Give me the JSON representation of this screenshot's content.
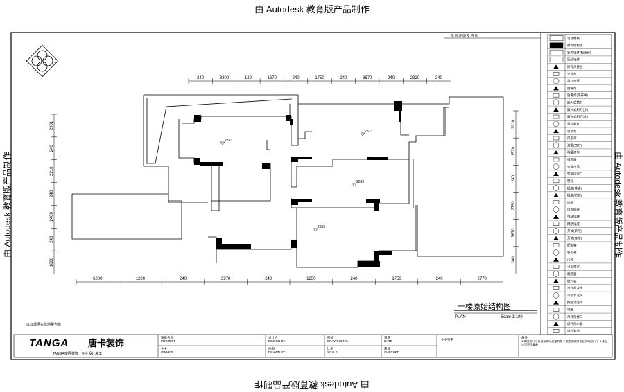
{
  "watermark": "由 Autodesk 教育版产品制作",
  "drawing": {
    "title": "一楼原始结构图",
    "plan_label": "PLAN",
    "scale_text": "Scale 1:100",
    "note": "以以现场实际测量为准",
    "room_marks": [
      "2833",
      "2833",
      "2833",
      "2833"
    ]
  },
  "dimensions": {
    "top": [
      "240",
      "3300",
      "120",
      "1670",
      "240",
      "1750",
      "240",
      "3670",
      "240",
      "2320",
      "240"
    ],
    "bottom": [
      "6200",
      "1200",
      "240",
      "3970",
      "240",
      "1250",
      "240",
      "1750",
      "240",
      "2770"
    ],
    "left": [
      "2901",
      "240",
      "2210",
      "240",
      "2400",
      "240",
      "1600"
    ],
    "right": [
      "2910",
      "1570",
      "240",
      "2750",
      "3870",
      "240"
    ]
  },
  "legend": {
    "header": "图 例 说 明 及 符 号",
    "items": [
      "现浇楼板",
      "原有结构墙",
      "新砌墙体(轻质砖)",
      "拆除墙体",
      "原有承重柱",
      "天花灯",
      "吊灯示意",
      "防雾灯",
      "防雾灯(带开关)",
      "嵌入式筒灯",
      "嵌入式射灯(小)",
      "嵌入式射灯(大)",
      "导轨射灯",
      "吸顶灯",
      "风扇灯",
      "浴霸(四灯)",
      "暗藏灯带",
      "排风扇",
      "空调出风口",
      "空调回风口",
      "壁灯",
      "插座(普通)",
      "插座(防溅)",
      "地插",
      "电视插座",
      "电话插座",
      "网络插座",
      "开关(单控)",
      "开关(双控)",
      "配电箱",
      "弱电箱",
      "门铃",
      "可视对讲",
      "烟感器",
      "燃气表",
      "洗衣机龙头",
      "冷热水龙头",
      "拖把池龙头",
      "地漏",
      "吊顶检修口",
      "燃气热水器",
      "排气管道"
    ]
  },
  "title_block": {
    "logo": "TANGA",
    "logo_cn": "唐卡装饰",
    "slogan": "TANGA家居装饰 · 专业设计施工",
    "fields": [
      {
        "label": "项目名称",
        "sub": "PROJECT"
      },
      {
        "label": "设计人",
        "sub": "DESIGN BY"
      },
      {
        "label": "图号",
        "sub": "DRAWING NO."
      },
      {
        "label": "日期",
        "sub": "DATE"
      },
      {
        "label": "业主",
        "sub": "OWNER"
      },
      {
        "label": "绘图",
        "sub": "DRAWN BY"
      },
      {
        "label": "比例",
        "sub": "SCALE"
      },
      {
        "label": "审核",
        "sub": "CHECKED"
      }
    ],
    "owner_box": "业主签字",
    "remarks_title": "备注",
    "remarks": "1.本图纸尺寸以现场实际测量为准  2.施工前请仔细核对现场尺寸  3.未经许可不得复制"
  }
}
